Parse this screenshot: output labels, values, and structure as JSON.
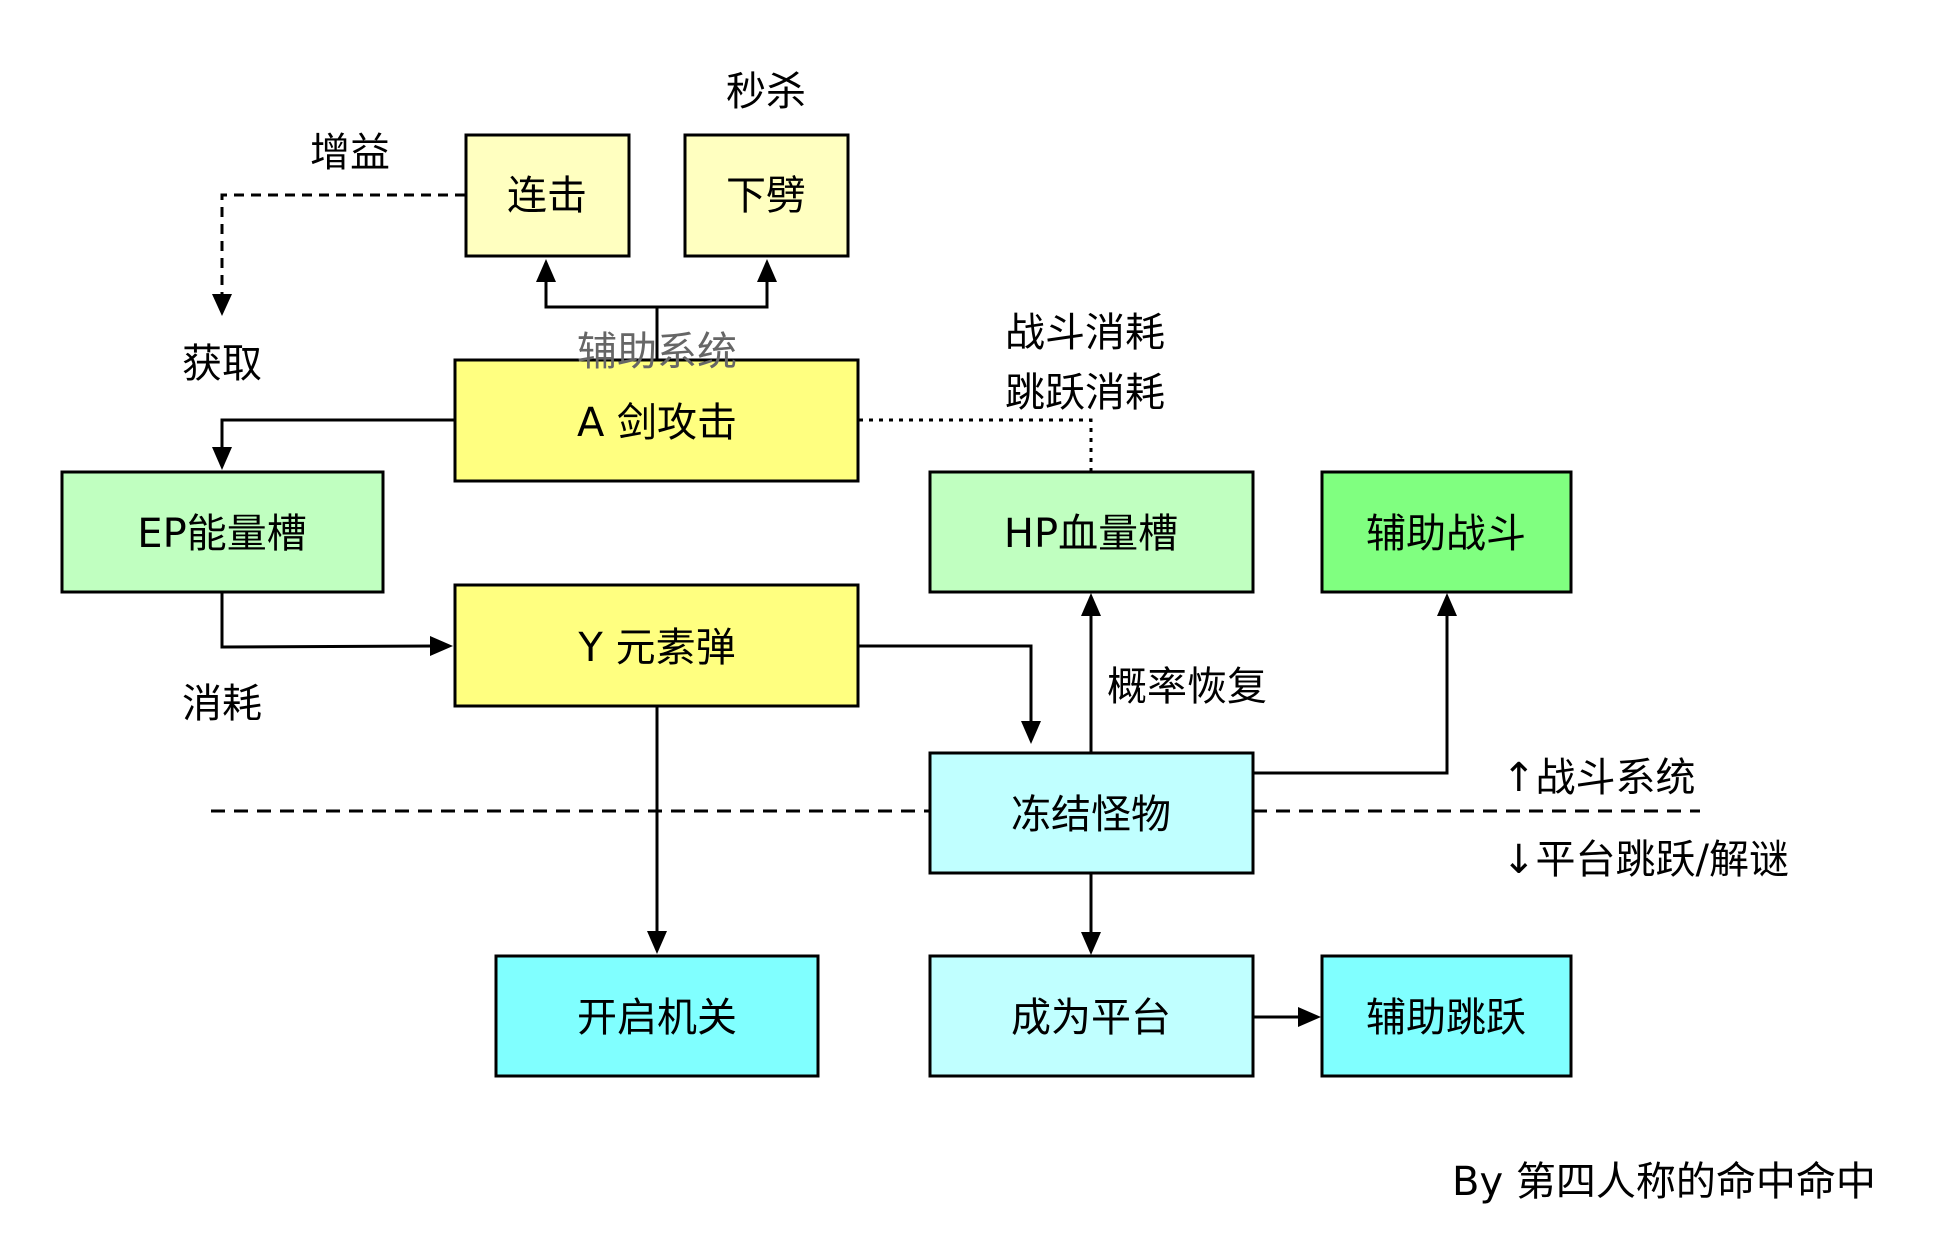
{
  "diagram": {
    "colors": {
      "yellow_light": "#FFFFC0",
      "yellow": "#FFFF80",
      "green_light": "#C0FFC0",
      "green": "#80FF80",
      "cyan_light": "#C0FFFF",
      "cyan": "#80FFFF",
      "gray_text": "#666666"
    },
    "nodes": {
      "combo": "连击",
      "down_slash": "下劈",
      "a_attack": "A 剑攻击",
      "ep_gauge": "EP能量槽",
      "hp_gauge": "HP血量槽",
      "assist_combat": "辅助战斗",
      "y_elemental": "Y 元素弹",
      "freeze_monster": "冻结怪物",
      "open_switch": "开启机关",
      "become_platform": "成为平台",
      "assist_jump": "辅助跳跃"
    },
    "labels": {
      "instant_kill": "秒杀",
      "buff": "增益",
      "obtain": "获取",
      "assist_system": "辅助系统",
      "combat_cost": "战斗消耗",
      "jump_cost": "跳跃消耗",
      "consume": "消耗",
      "chance_recover": "概率恢复",
      "combat_system": "↑战斗系统",
      "platform_puzzle": "↓平台跳跃/解谜",
      "credit": "By 第四人称的命中命中"
    }
  }
}
